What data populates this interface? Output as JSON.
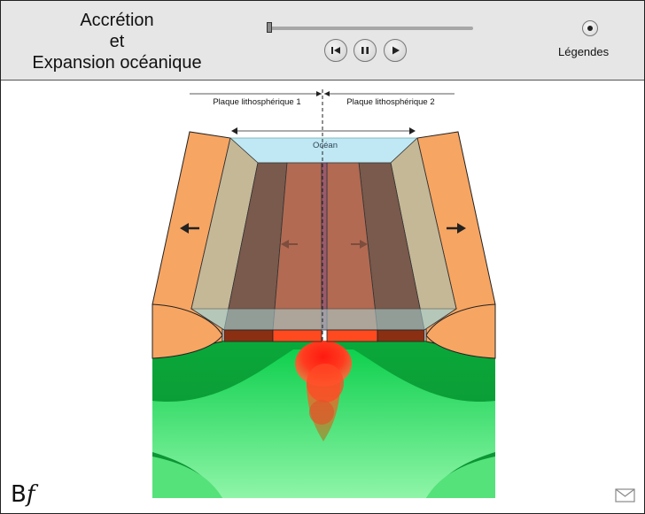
{
  "header": {
    "title_lines": [
      "Accrétion",
      "et",
      "Expansion océanique"
    ],
    "slider": {
      "progress": 0.01
    },
    "controls": {
      "rewind": "skip-back-icon",
      "pause": "pause-icon",
      "play": "play-icon"
    },
    "legend_toggle": {
      "label": "Légendes",
      "selected": true
    }
  },
  "diagram": {
    "labels": {
      "plate_left": "Plaque lithosphérique 1",
      "plate_right": "Plaque lithosphérique 2",
      "ocean": "Océan"
    },
    "colors": {
      "continent": "#f7a562",
      "old_crust": "#c5b897",
      "mid_crust": "#7a5a4c",
      "young_crust": "#b26a52",
      "ocean": "#bfe8f4",
      "mantle": "#0aa83a",
      "magma": "#ff2a1a"
    }
  },
  "footer": {
    "logo_letter": "B",
    "logo_glyph": "f",
    "mail_icon": "mail-icon"
  }
}
